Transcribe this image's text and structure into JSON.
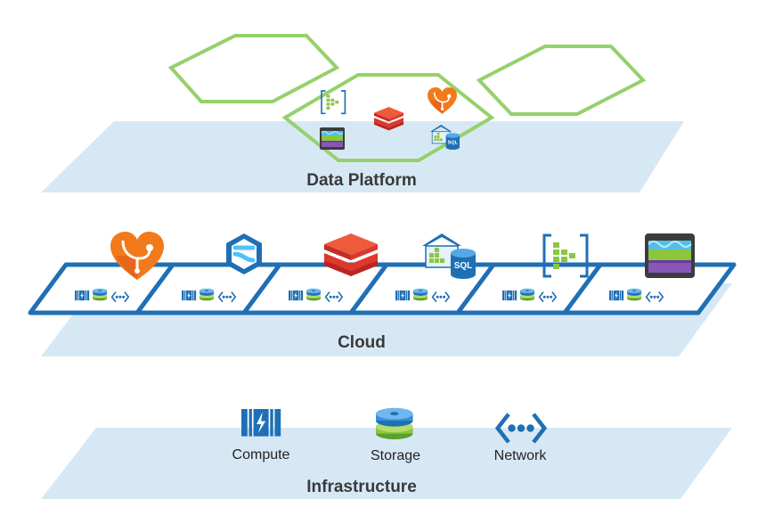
{
  "layers": {
    "data_platform": {
      "title": "Data Platform",
      "plane_color": "#d7e8f5",
      "hex_color": "#95d16b"
    },
    "cloud": {
      "title": "Cloud",
      "plane_color": "#d7e8f5",
      "tile_border_color": "#1f6fb5",
      "services": [
        {
          "icon": "heart-monitor-icon"
        },
        {
          "icon": "stream-analytics-icon"
        },
        {
          "icon": "databricks-icon"
        },
        {
          "icon": "sql-data-warehouse-icon"
        },
        {
          "icon": "event-hubs-icon"
        },
        {
          "icon": "data-lake-icon"
        }
      ]
    },
    "infrastructure": {
      "title": "Infrastructure",
      "plane_color": "#d7e8f5",
      "items": [
        {
          "label": "Compute",
          "icon": "compute-icon"
        },
        {
          "label": "Storage",
          "icon": "storage-icon"
        },
        {
          "label": "Network",
          "icon": "network-icon"
        }
      ]
    }
  },
  "colors": {
    "heart": "#f27a1a",
    "databricks": "#e0362c",
    "azure_blue": "#1f6fb5",
    "green": "#8cc63f",
    "purple": "#7a4ea3"
  }
}
